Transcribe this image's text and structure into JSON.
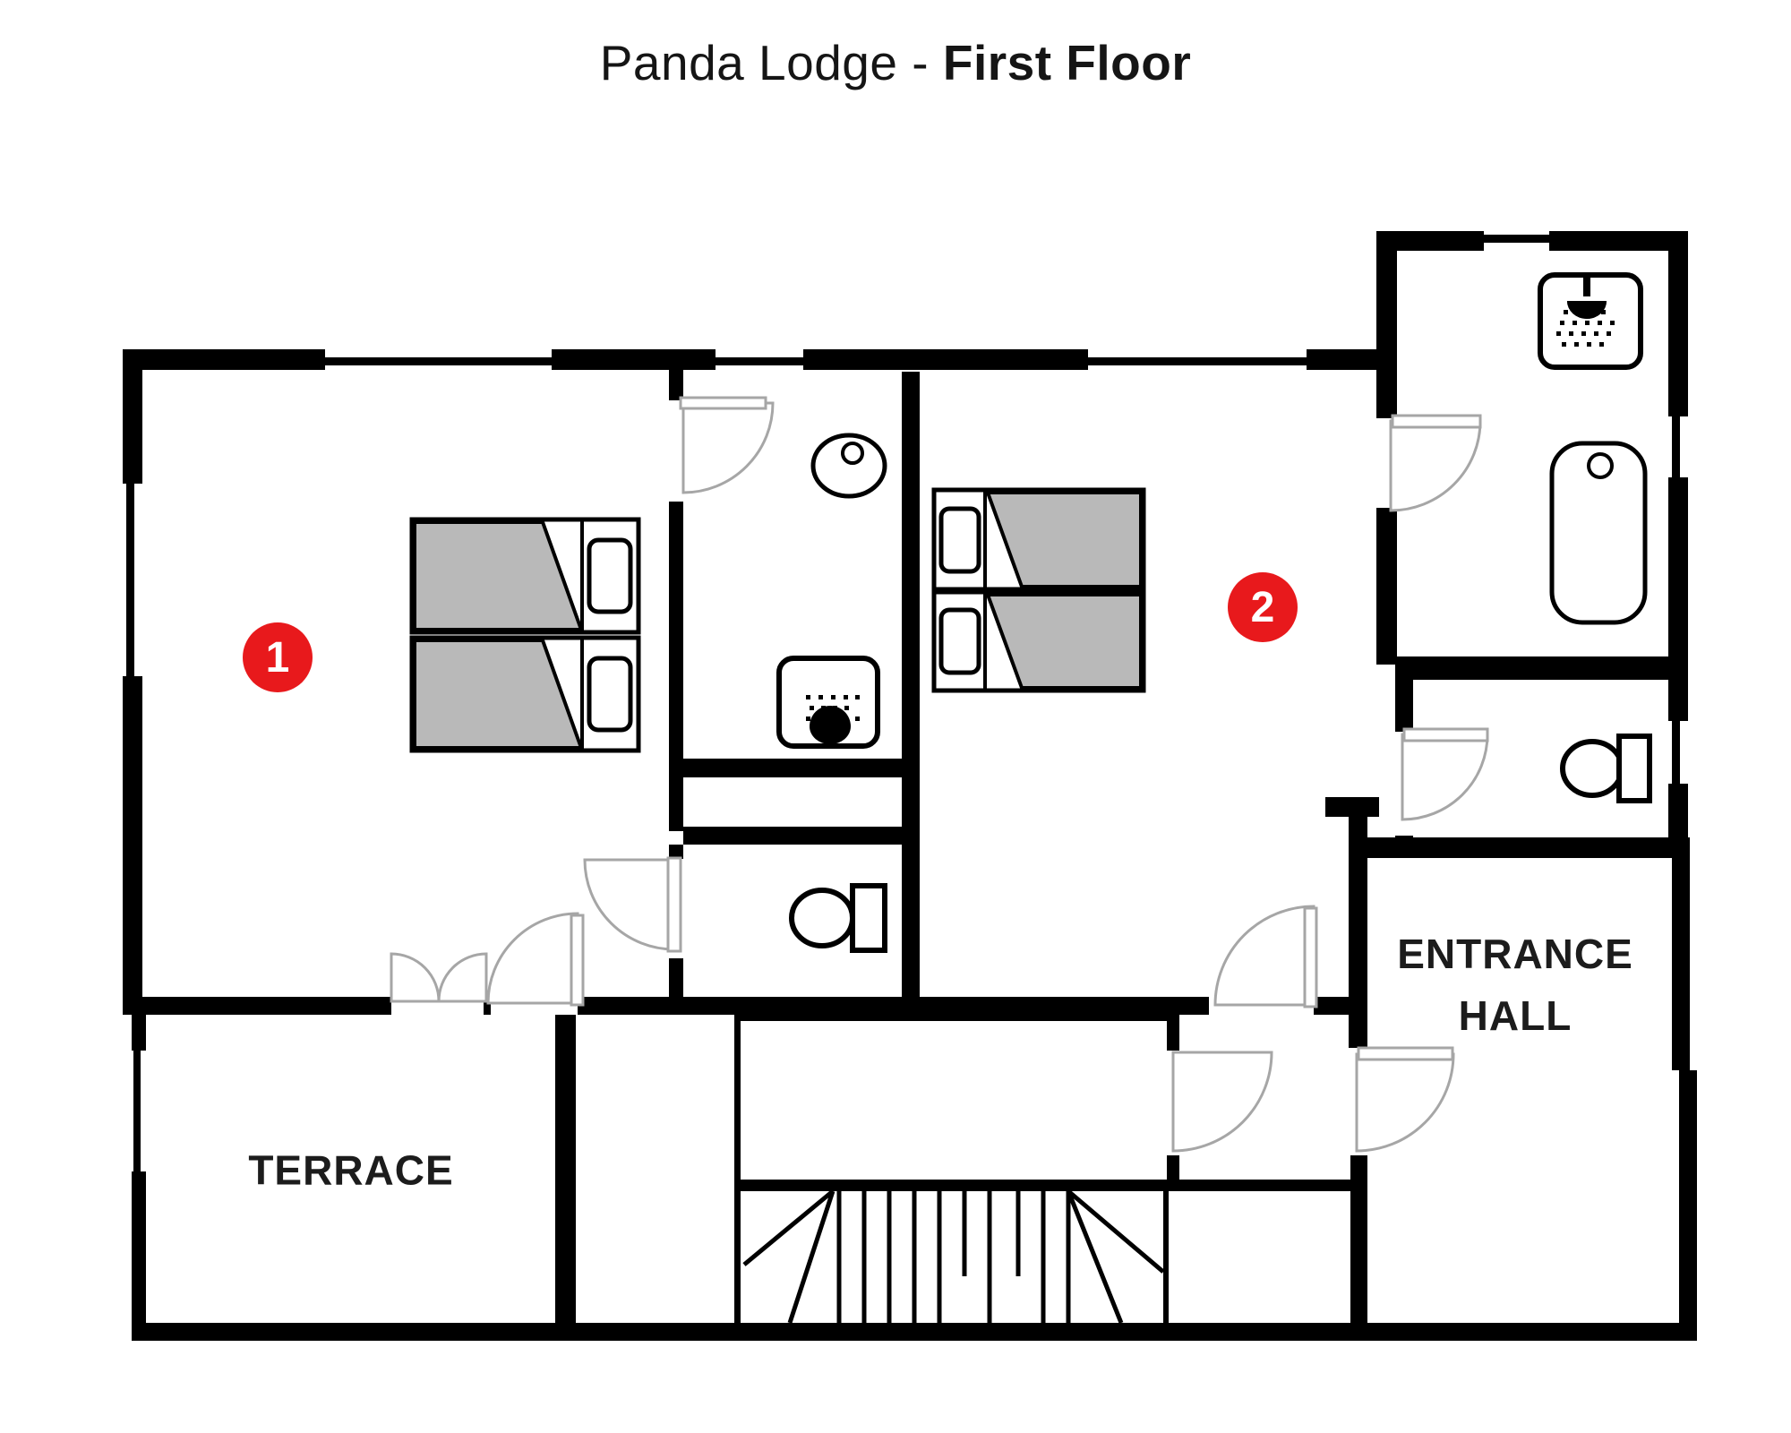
{
  "title": {
    "prefix": "Panda Lodge - ",
    "emphasis": "First Floor"
  },
  "labels": {
    "terrace": "TERRACE",
    "entrance_hall": [
      "ENTRANCE",
      "HALL"
    ]
  },
  "badges": {
    "bedroom1": "1",
    "bedroom2": "2"
  },
  "colors": {
    "accent": "#e8191c",
    "wall": "#000000",
    "blanket": "#b9b9b9",
    "door_swing": "#a6a6a6"
  },
  "fixtures": {
    "middle_bathroom": [
      "sink-icon",
      "shower-icon"
    ],
    "middle_wc": [
      "toilet-icon"
    ],
    "top_right_bathroom": [
      "shower-icon",
      "bathtub-icon"
    ],
    "right_wc": [
      "toilet-icon"
    ],
    "bedroom1": [
      "twin-bed",
      "twin-bed"
    ],
    "bedroom2": [
      "twin-bed",
      "twin-bed"
    ],
    "center": [
      "staircase"
    ]
  }
}
